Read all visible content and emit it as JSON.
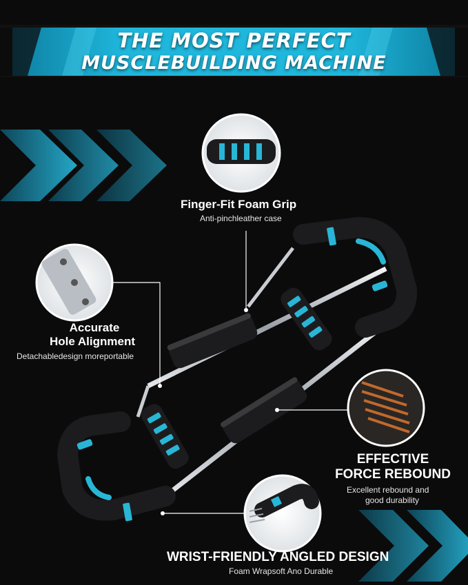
{
  "headline": {
    "line1": "THE MOST PERFECT",
    "line2": "MUSCLEBUILDING MACHINE"
  },
  "features": {
    "grip": {
      "title": "Finger-Fit  Foam Grip",
      "subtitle": "Anti-pinchleather case"
    },
    "holes": {
      "title_line1": "Accurate",
      "title_line2": "Hole Alignment",
      "subtitle": "Detachabledesign moreportable"
    },
    "rebound": {
      "title_line1": "EFFECTIVE",
      "title_line2": "FORCE REBOUND",
      "subtitle_line1": "Excellent rebound and",
      "subtitle_line2": "good durability"
    },
    "wrist": {
      "title": "WRIST-FRIENDLY  ANGLED DESIGN",
      "subtitle": "Foam Wrapsoft Ano Durable"
    }
  },
  "colors": {
    "background": "#0b0b0c",
    "accent": "#29b6d6",
    "foam": "#1c1c1e",
    "steel": "#c9cdd2"
  },
  "icons": [
    "chevron-arrow-icon",
    "magnifier-callout-icon"
  ]
}
